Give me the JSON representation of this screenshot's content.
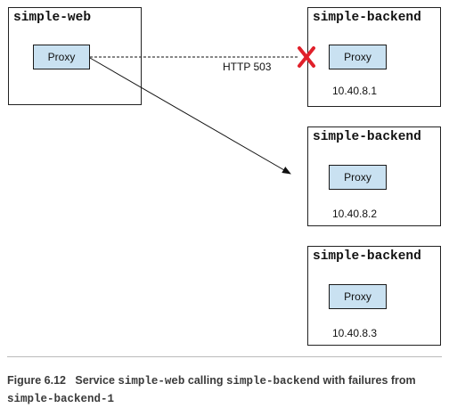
{
  "web": {
    "title": "simple-web",
    "proxy_label": "Proxy"
  },
  "backends": [
    {
      "title": "simple-backend",
      "proxy_label": "Proxy",
      "ip": "10.40.8.1"
    },
    {
      "title": "simple-backend",
      "proxy_label": "Proxy",
      "ip": "10.40.8.2"
    },
    {
      "title": "simple-backend",
      "proxy_label": "Proxy",
      "ip": "10.40.8.3"
    }
  ],
  "failure": {
    "label": "HTTP 503",
    "marker_color": "#e0202a"
  },
  "caption": {
    "figure": "Figure 6.12",
    "text_1": "Service",
    "code_1": "simple-web",
    "text_2": "calling",
    "code_2": "simple-backend",
    "text_3": "with failures from",
    "code_3": "simple-backend-1"
  },
  "colors": {
    "proxy_fill": "#c9e1f1",
    "caption_text": "#3a3a3a"
  }
}
